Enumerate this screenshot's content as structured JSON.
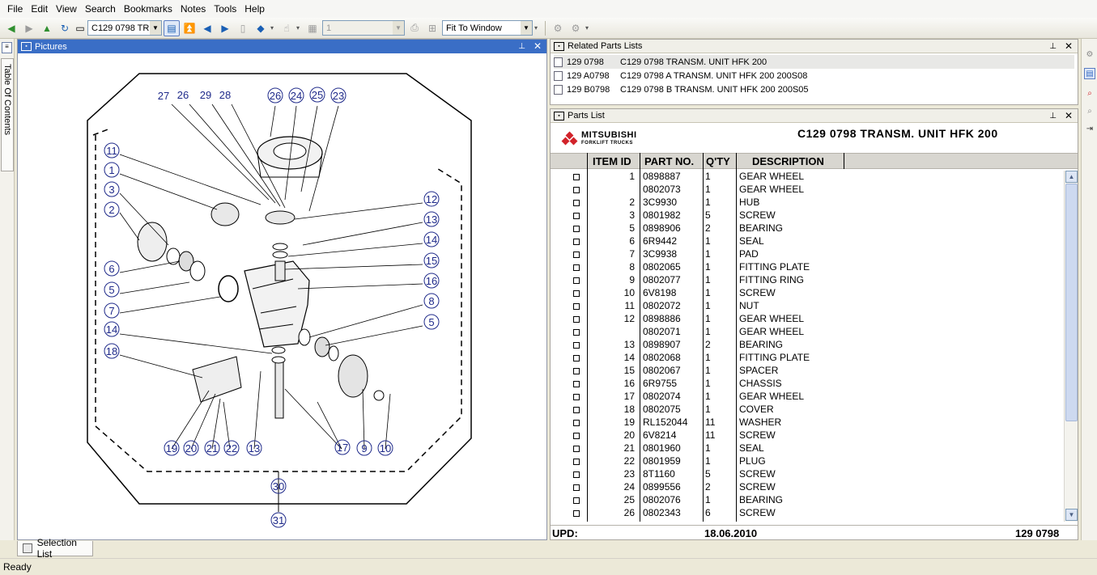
{
  "menu": [
    "File",
    "Edit",
    "View",
    "Search",
    "Bookmarks",
    "Notes",
    "Tools",
    "Help"
  ],
  "toolbar": {
    "document_select": "C129 0798 TR",
    "page_field": "1",
    "zoom_select": "Fit To Window"
  },
  "left_tab": "Table Of Contents",
  "pictures_panel": {
    "title": "Pictures",
    "callouts": [
      "27",
      "26",
      "29",
      "28",
      "26",
      "24",
      "25",
      "23",
      "11",
      "1",
      "3",
      "2",
      "6",
      "5",
      "7",
      "14",
      "18",
      "12",
      "13",
      "14",
      "15",
      "16",
      "8",
      "5",
      "19",
      "20",
      "21",
      "22",
      "13",
      "17",
      "9",
      "10",
      "30",
      "31"
    ]
  },
  "related_panel": {
    "title": "Related Parts Lists",
    "rows": [
      {
        "code": "129 0798",
        "name": "C129 0798 TRANSM. UNIT HFK 200"
      },
      {
        "code": "129 A0798",
        "name": "C129 0798 A  TRANSM. UNIT HFK 200 200S08"
      },
      {
        "code": "129 B0798",
        "name": "C129 0798 B  TRANSM. UNIT HFK 200 200S05"
      }
    ]
  },
  "parts_panel": {
    "title": "Parts List",
    "logo_brand": "MITSUBISHI",
    "logo_sub": "FORKLIFT TRUCKS",
    "list_title": "C129 0798 TRANSM. UNIT HFK 200",
    "columns": {
      "item": "ITEM ID",
      "part": "PART NO.",
      "qty": "Q'TY",
      "desc": "DESCRIPTION"
    },
    "rows": [
      {
        "item": "1",
        "part": "0898887",
        "qty": "1",
        "desc": "GEAR WHEEL"
      },
      {
        "item": "",
        "part": "0802073",
        "qty": "1",
        "desc": "GEAR WHEEL"
      },
      {
        "item": "2",
        "part": "3C9930",
        "qty": "1",
        "desc": "HUB"
      },
      {
        "item": "3",
        "part": "0801982",
        "qty": "5",
        "desc": "SCREW"
      },
      {
        "item": "5",
        "part": "0898906",
        "qty": "2",
        "desc": "BEARING"
      },
      {
        "item": "6",
        "part": "6R9442",
        "qty": "1",
        "desc": "SEAL"
      },
      {
        "item": "7",
        "part": "3C9938",
        "qty": "1",
        "desc": "PAD"
      },
      {
        "item": "8",
        "part": "0802065",
        "qty": "1",
        "desc": "FITTING PLATE"
      },
      {
        "item": "9",
        "part": "0802077",
        "qty": "1",
        "desc": "FITTING RING"
      },
      {
        "item": "10",
        "part": "6V8198",
        "qty": "1",
        "desc": "SCREW"
      },
      {
        "item": "11",
        "part": "0802072",
        "qty": "1",
        "desc": "NUT"
      },
      {
        "item": "12",
        "part": "0898886",
        "qty": "1",
        "desc": "GEAR WHEEL"
      },
      {
        "item": "",
        "part": "0802071",
        "qty": "1",
        "desc": "GEAR WHEEL"
      },
      {
        "item": "13",
        "part": "0898907",
        "qty": "2",
        "desc": "BEARING"
      },
      {
        "item": "14",
        "part": "0802068",
        "qty": "1",
        "desc": "FITTING PLATE"
      },
      {
        "item": "15",
        "part": "0802067",
        "qty": "1",
        "desc": "SPACER"
      },
      {
        "item": "16",
        "part": "6R9755",
        "qty": "1",
        "desc": "CHASSIS"
      },
      {
        "item": "17",
        "part": "0802074",
        "qty": "1",
        "desc": "GEAR WHEEL"
      },
      {
        "item": "18",
        "part": "0802075",
        "qty": "1",
        "desc": "COVER"
      },
      {
        "item": "19",
        "part": "RL152044",
        "qty": "11",
        "desc": "WASHER"
      },
      {
        "item": "20",
        "part": "6V8214",
        "qty": "11",
        "desc": "SCREW"
      },
      {
        "item": "21",
        "part": "0801960",
        "qty": "1",
        "desc": "SEAL"
      },
      {
        "item": "22",
        "part": "0801959",
        "qty": "1",
        "desc": "PLUG"
      },
      {
        "item": "23",
        "part": "8T1160",
        "qty": "5",
        "desc": "SCREW"
      },
      {
        "item": "24",
        "part": "0899556",
        "qty": "2",
        "desc": "SCREW"
      },
      {
        "item": "25",
        "part": "0802076",
        "qty": "1",
        "desc": "BEARING"
      },
      {
        "item": "26",
        "part": "0802343",
        "qty": "6",
        "desc": "SCREW"
      }
    ],
    "footer": {
      "label": "UPD:",
      "date": "18.06.2010",
      "number": "129 0798"
    }
  },
  "bottom_tab": "Selection List",
  "status": "Ready",
  "colors": {
    "panel_active": "#3a6ec6",
    "callout": "#1f2a8a",
    "logo_red": "#d2232a"
  }
}
